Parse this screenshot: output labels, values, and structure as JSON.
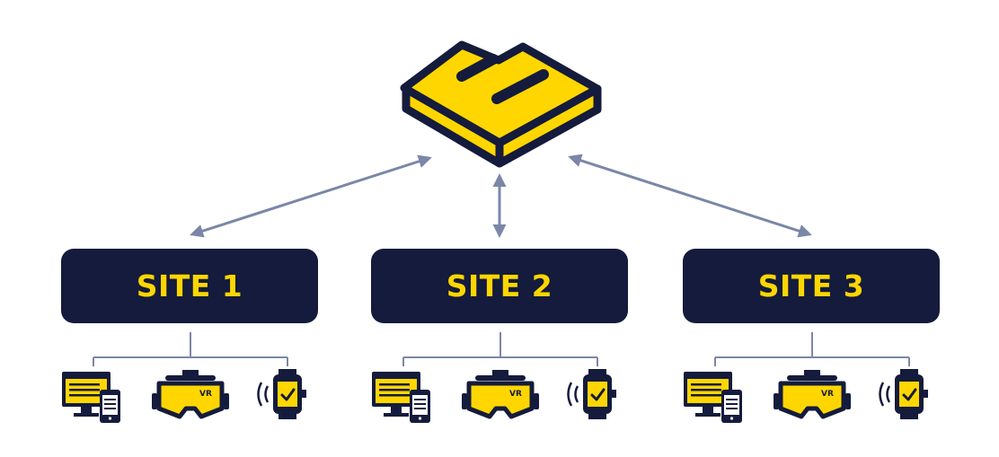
{
  "colors": {
    "navy": "#141b3c",
    "yellow": "#ffd600",
    "connector": "#7b87a6",
    "white": "#ffffff"
  },
  "hub": {
    "icon": "platform-logo-icon"
  },
  "sites": [
    {
      "label": "SITE 1",
      "devices": [
        "desktop-mobile-icon",
        "vr-headset-icon",
        "smartwatch-icon"
      ]
    },
    {
      "label": "SITE 2",
      "devices": [
        "desktop-mobile-icon",
        "vr-headset-icon",
        "smartwatch-icon"
      ]
    },
    {
      "label": "SITE 3",
      "devices": [
        "desktop-mobile-icon",
        "vr-headset-icon",
        "smartwatch-icon"
      ]
    }
  ],
  "vr_text": "VR"
}
